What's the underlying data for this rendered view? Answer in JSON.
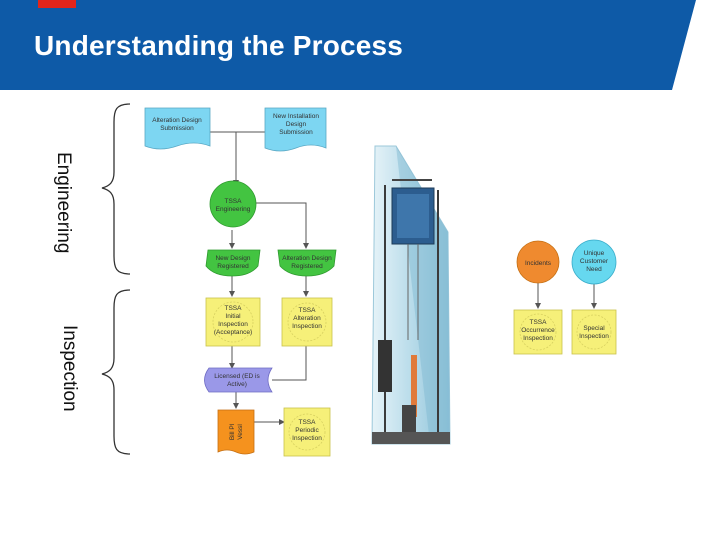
{
  "slide": {
    "title": "Understanding the Process",
    "section_labels": {
      "engineering": "Engineering",
      "inspection": "Inspection"
    }
  },
  "colors": {
    "banner": "#0e5aa7",
    "accent_red": "#e2251b",
    "doc_blue": "#7dd6f2",
    "circle_green": "#43c441",
    "yellow": "#f6f079",
    "lavender": "#9a98e8",
    "orange": "#f5921e",
    "incidents_orange": "#ef8a2f",
    "unique_cyan": "#66d8ef"
  },
  "diagram": {
    "nodes": {
      "alteration_design_submission": [
        "Alteration Design",
        "Submission"
      ],
      "new_installation_design_submission": [
        "New Installation",
        "Design",
        "Submission"
      ],
      "tssa_engineering": [
        "TSSA",
        "Engineering"
      ],
      "new_design_registered": [
        "New Design",
        "Registered"
      ],
      "alteration_design_registered": [
        "Alteration Design",
        "Registered"
      ],
      "tssa_initial_inspection": [
        "TSSA",
        "Initial",
        "Inspection",
        "(Acceptance)"
      ],
      "tssa_alteration_inspection": [
        "TSSA",
        "Alteration",
        "Inspection"
      ],
      "licensed": [
        "Licensed (ED is",
        "Active)"
      ],
      "bill_pay_vessel": [
        "Bill Pl",
        "Vessl"
      ],
      "tssa_periodic_inspection": [
        "TSSA",
        "Periodic",
        "Inspection"
      ],
      "incidents": [
        "Incidents"
      ],
      "unique_customer_need": [
        "Unique",
        "Customer",
        "Need"
      ],
      "tssa_occurrence_inspection": [
        "TSSA",
        "Occurrence",
        "Inspection"
      ],
      "special_inspection": [
        "Special",
        "Inspection"
      ]
    }
  }
}
